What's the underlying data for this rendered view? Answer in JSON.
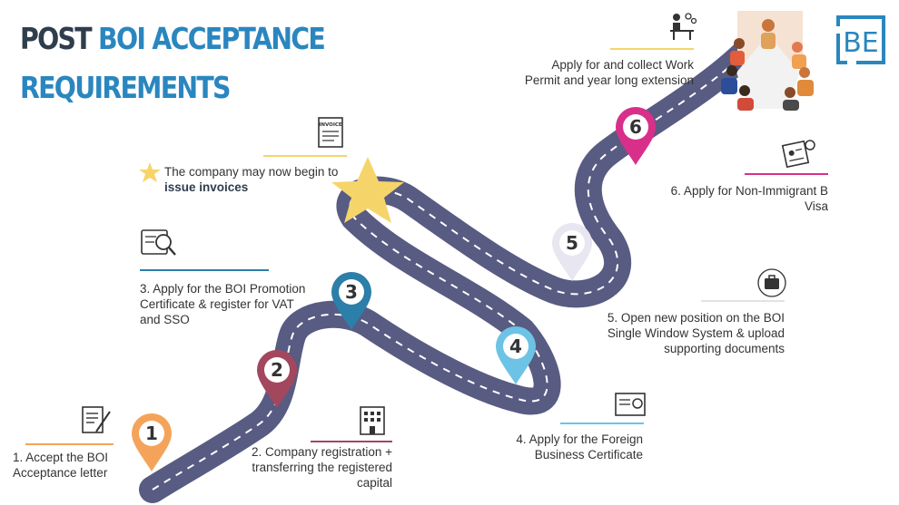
{
  "title": {
    "part1": "POST",
    "part2": "BOI ACCEPTANCE",
    "part3": "REQUIREMENTS"
  },
  "logo": {
    "text": "BE",
    "color": "#2a86bf"
  },
  "colors": {
    "road": "#585b82",
    "road_dash": "#ffffff",
    "star": "#f5d56a"
  },
  "steps": [
    {
      "number": "1",
      "label_lines": [
        "1. Accept the BOI",
        "Acceptance letter"
      ],
      "color": "#f4a45a",
      "icon": "document-pen-icon"
    },
    {
      "number": "2",
      "label_lines": [
        "2. Company registration +",
        "transferring the registered",
        "capital"
      ],
      "color": "#a3475f",
      "icon": "building-icon"
    },
    {
      "number": "3",
      "label_lines": [
        "3. Apply for the BOI Promotion",
        "Certificate & register for VAT",
        "and SSO"
      ],
      "color": "#2b7fa8",
      "icon": "certificate-search-icon"
    },
    {
      "number": "4",
      "label_lines": [
        "4. Apply for the Foreign",
        "Business Certificate"
      ],
      "color": "#6cc3e6",
      "icon": "certificate-icon"
    },
    {
      "number": "5",
      "label_lines": [
        "5. Open new position on the BOI",
        "Single Window System & upload",
        "supporting documents"
      ],
      "color": "#e8e6f0",
      "icon": "briefcase-icon"
    },
    {
      "number": "6",
      "label_lines": [
        "6. Apply for Non-Immigrant B",
        "Visa"
      ],
      "color": "#d8308a",
      "icon": "visa-form-icon"
    }
  ],
  "invoice_note": {
    "line1": "The company may now begin to",
    "line2": "issue invoices",
    "icon_text": "INVOICE"
  },
  "work_permit": {
    "line1": "Apply for and collect Work",
    "line2": "Permit and year long extension"
  }
}
